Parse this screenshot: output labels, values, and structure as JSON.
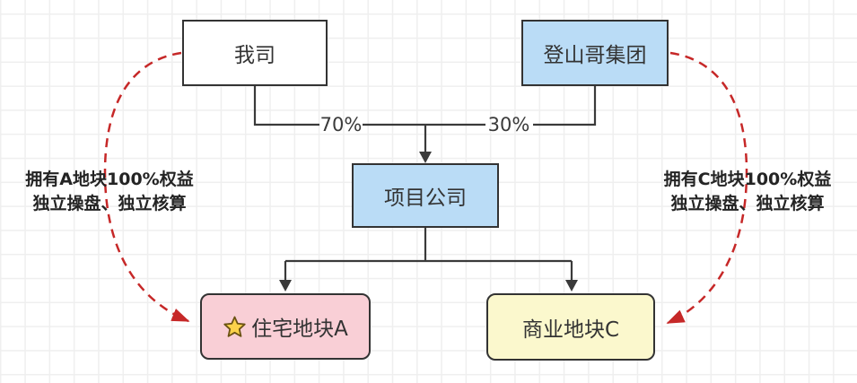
{
  "nodes": {
    "our_company": "我司",
    "dengshan_group": "登山哥集团",
    "project_company": "项目公司",
    "residential_plot_a": "住宅地块A",
    "commercial_plot_c": "商业地块C"
  },
  "ownership": {
    "our_company_share": "70%",
    "dengshan_group_share": "30%"
  },
  "annotations": {
    "left": {
      "line1": "拥有A地块100%权益",
      "line2": "独立操盘、独立核算"
    },
    "right": {
      "line1": "拥有C地块100%权益",
      "line2": "独立操盘、独立核算"
    }
  },
  "colors": {
    "node_blue": "#badcf6",
    "node_pink": "#f9cfd6",
    "node_yellow": "#fbf8cd",
    "node_white": "#ffffff",
    "node_border": "#333333",
    "connector_dark": "#3a3a3a",
    "red_dashed": "#c62828",
    "star_fill": "#fcd24b",
    "star_outline": "#6b5314",
    "grid_line": "#efefef"
  }
}
